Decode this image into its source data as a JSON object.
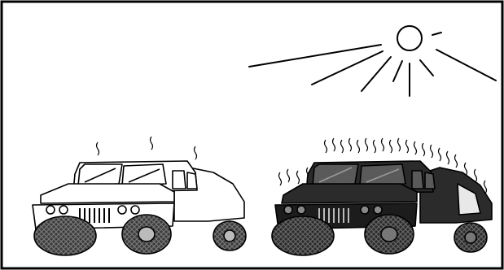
{
  "figure": {
    "colors": {
      "frame": "#000000",
      "background": "#ffffff",
      "light_vehicle_body": "#ffffff",
      "dark_vehicle_body": "#2b2b2b",
      "tire": "#3a3a3a",
      "sun_stroke": "#000000"
    },
    "elements": {
      "sun": {
        "icon": "sun-icon",
        "ray_count": 8
      },
      "light_vehicle": {
        "icon": "humvee-light-icon",
        "heat_wave_count": 3
      },
      "dark_vehicle": {
        "icon": "humvee-dark-icon",
        "heat_wave_count": 24
      }
    }
  }
}
